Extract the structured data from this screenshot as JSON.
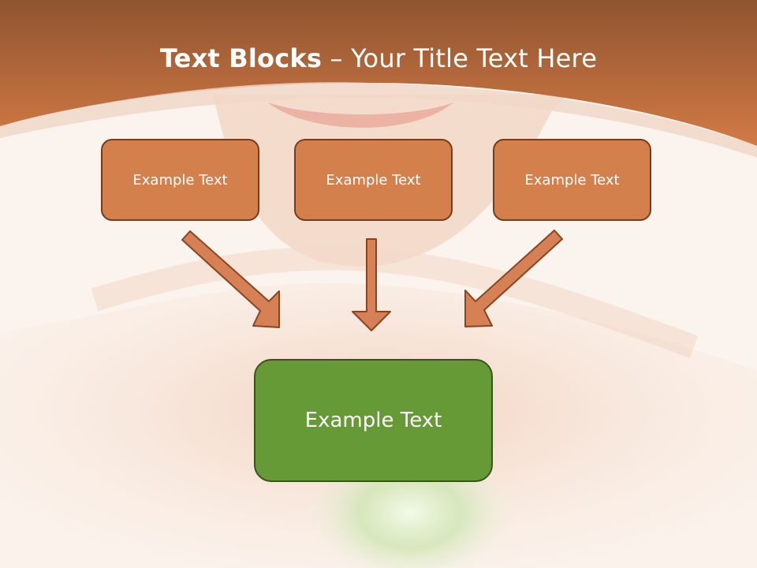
{
  "slide": {
    "title_bold": "Text Blocks",
    "title_separator": " – ",
    "title_rest": "Your Title Text Here"
  },
  "diagram": {
    "top_boxes": [
      {
        "label": "Example Text"
      },
      {
        "label": "Example Text"
      },
      {
        "label": "Example Text"
      }
    ],
    "target_box": {
      "label": "Example Text"
    },
    "colors": {
      "header": "#c86f3c",
      "top_box_fill": "#d4804d",
      "top_box_border": "#7a3a1c",
      "target_fill": "#659a37",
      "target_border": "#3b5220",
      "arrow_fill": "#d58155",
      "arrow_stroke": "#8a4420"
    }
  }
}
